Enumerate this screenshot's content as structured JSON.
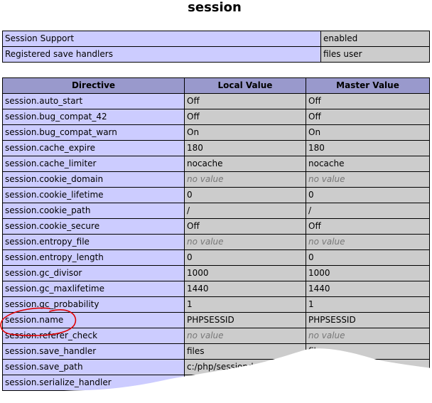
{
  "page_title": "session",
  "summary": [
    {
      "label": "Session Support",
      "value": "enabled"
    },
    {
      "label": "Registered save handlers",
      "value": "files user"
    }
  ],
  "columns": {
    "directive": "Directive",
    "local": "Local Value",
    "master": "Master Value"
  },
  "rows": [
    {
      "name": "session.auto_start",
      "local": "Off",
      "master": "Off"
    },
    {
      "name": "session.bug_compat_42",
      "local": "Off",
      "master": "Off"
    },
    {
      "name": "session.bug_compat_warn",
      "local": "On",
      "master": "On"
    },
    {
      "name": "session.cache_expire",
      "local": "180",
      "master": "180"
    },
    {
      "name": "session.cache_limiter",
      "local": "nocache",
      "master": "nocache"
    },
    {
      "name": "session.cookie_domain",
      "local": "no value",
      "master": "no value"
    },
    {
      "name": "session.cookie_lifetime",
      "local": "0",
      "master": "0"
    },
    {
      "name": "session.cookie_path",
      "local": "/",
      "master": "/"
    },
    {
      "name": "session.cookie_secure",
      "local": "Off",
      "master": "Off"
    },
    {
      "name": "session.entropy_file",
      "local": "no value",
      "master": "no value"
    },
    {
      "name": "session.entropy_length",
      "local": "0",
      "master": "0"
    },
    {
      "name": "session.gc_divisor",
      "local": "1000",
      "master": "1000"
    },
    {
      "name": "session.gc_maxlifetime",
      "local": "1440",
      "master": "1440"
    },
    {
      "name": "session.gc_probability",
      "local": "1",
      "master": "1"
    },
    {
      "name": "session.name",
      "local": "PHPSESSID",
      "master": "PHPSESSID"
    },
    {
      "name": "session.referer_check",
      "local": "no value",
      "master": "no value"
    },
    {
      "name": "session.save_handler",
      "local": "files",
      "master": "files"
    },
    {
      "name": "session.save_path",
      "local": "c:/php/sessiondata/",
      "master": ""
    },
    {
      "name": "session.serialize_handler",
      "local": "",
      "master": ""
    }
  ],
  "colors": {
    "header_bg": "#9999cc",
    "directive_bg": "#ccccff",
    "value_bg": "#cccccc",
    "no_value_text": "#777777",
    "annotation": "#e00000"
  }
}
